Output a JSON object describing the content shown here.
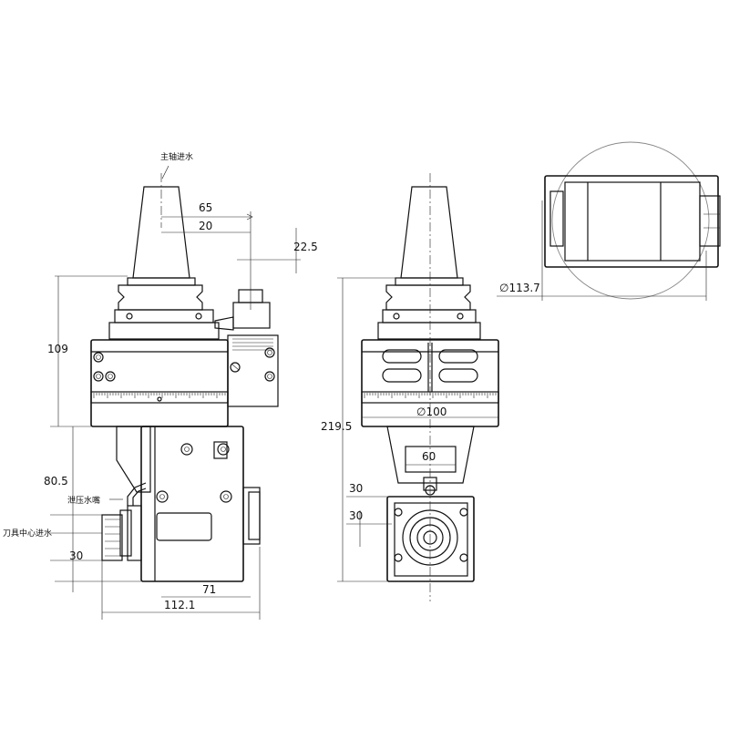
{
  "dimensions": {
    "d65": "65",
    "d20": "20",
    "d22_5": "22.5",
    "d109": "109",
    "d80_5": "80.5",
    "d30_left": "30",
    "d71": "71",
    "d112_1": "112.1",
    "d219_5": "219.5",
    "d100": "∅100",
    "d60": "60",
    "d30_a": "30",
    "d30_b": "30",
    "d113_7": "∅113.7"
  },
  "notes": {
    "spindle_coolant": "主轴进水",
    "pressure_nozzle": "泄压水嘴",
    "tool_center_coolant": "刀具中心进水"
  }
}
